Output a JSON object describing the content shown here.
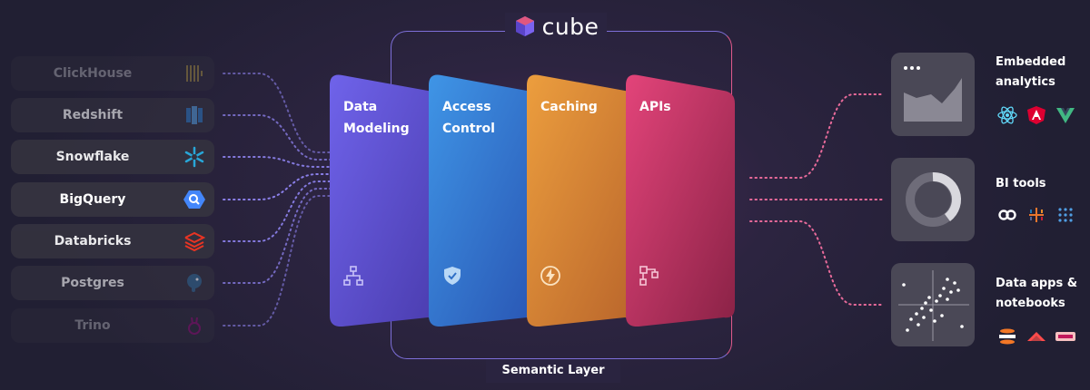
{
  "brand": {
    "name": "cube"
  },
  "sources": [
    {
      "label": "ClickHouse",
      "icon": "clickhouse-icon",
      "opacity": 0.3
    },
    {
      "label": "Redshift",
      "icon": "redshift-icon",
      "opacity": 0.6
    },
    {
      "label": "Snowflake",
      "icon": "snowflake-icon",
      "opacity": 0.9
    },
    {
      "label": "BigQuery",
      "icon": "bigquery-icon",
      "opacity": 1.0
    },
    {
      "label": "Databricks",
      "icon": "databricks-icon",
      "opacity": 0.9
    },
    {
      "label": "Postgres",
      "icon": "postgres-icon",
      "opacity": 0.6
    },
    {
      "label": "Trino",
      "icon": "trino-icon",
      "opacity": 0.3
    }
  ],
  "layers": [
    {
      "title": "Data Modeling",
      "icon": "hierarchy-icon",
      "color_top": "#6b5fe6",
      "color_bottom": "#5442b8"
    },
    {
      "title": "Access Control",
      "icon": "shield-check-icon",
      "color_top": "#3d8fe0",
      "color_bottom": "#2a5ab8"
    },
    {
      "title": "Caching",
      "icon": "lightning-icon",
      "color_top": "#e89a3c",
      "color_bottom": "#c06a2a"
    },
    {
      "title": "APIs",
      "icon": "api-nodes-icon",
      "color_top": "#e0406f",
      "color_bottom": "#8e2348"
    }
  ],
  "semantic_layer_label": "Semantic Layer",
  "outputs": [
    {
      "title": "Embedded analytics",
      "tools": [
        "react-icon",
        "angular-icon",
        "vue-icon"
      ]
    },
    {
      "title": "BI tools",
      "tools": [
        "looker-icon",
        "tableau-icon",
        "metabase-icon"
      ]
    },
    {
      "title": "Data apps & notebooks",
      "tools": [
        "jupyter-icon",
        "streamlit-icon",
        "hex-icon"
      ]
    }
  ],
  "colors": {
    "background": "#211f33",
    "frame_left": "#7d6fd8",
    "frame_right": "#e05a8c",
    "dots_left": "#8a7fe8",
    "dots_right": "#e86a9a"
  }
}
